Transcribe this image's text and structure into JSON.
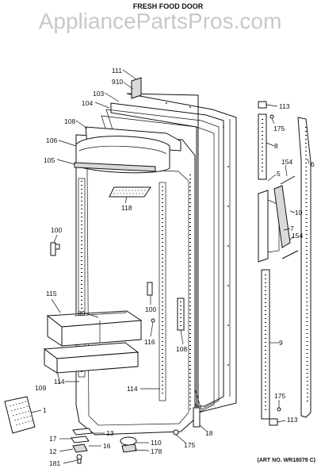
{
  "watermark": "AppliancePartsPros.com",
  "title": "FRESH FOOD DOOR",
  "art_number": "(ART NO. WR18079 C)",
  "callouts": {
    "c111": "111",
    "c910": "910",
    "c103": "103",
    "c104": "104",
    "c108a": "108",
    "c106": "106",
    "c105": "105",
    "c118": "118",
    "c100a": "100",
    "c115": "115",
    "c89": "89",
    "c100b": "100",
    "c116": "116",
    "c108b": "108",
    "c109": "109",
    "c114a": "114",
    "c114b": "114",
    "c1": "1",
    "c13": "13",
    "c17": "17",
    "c12": "12",
    "c16": "16",
    "c181": "181",
    "c110": "110",
    "c178": "178",
    "c175a": "175",
    "c18": "18",
    "c113a": "113",
    "c175b": "175",
    "c8": "8",
    "c6": "6",
    "c154a": "154",
    "c5": "5",
    "c10": "10",
    "c7": "7",
    "c154b": "154",
    "c9": "9",
    "c175c": "175",
    "c113b": "113"
  }
}
